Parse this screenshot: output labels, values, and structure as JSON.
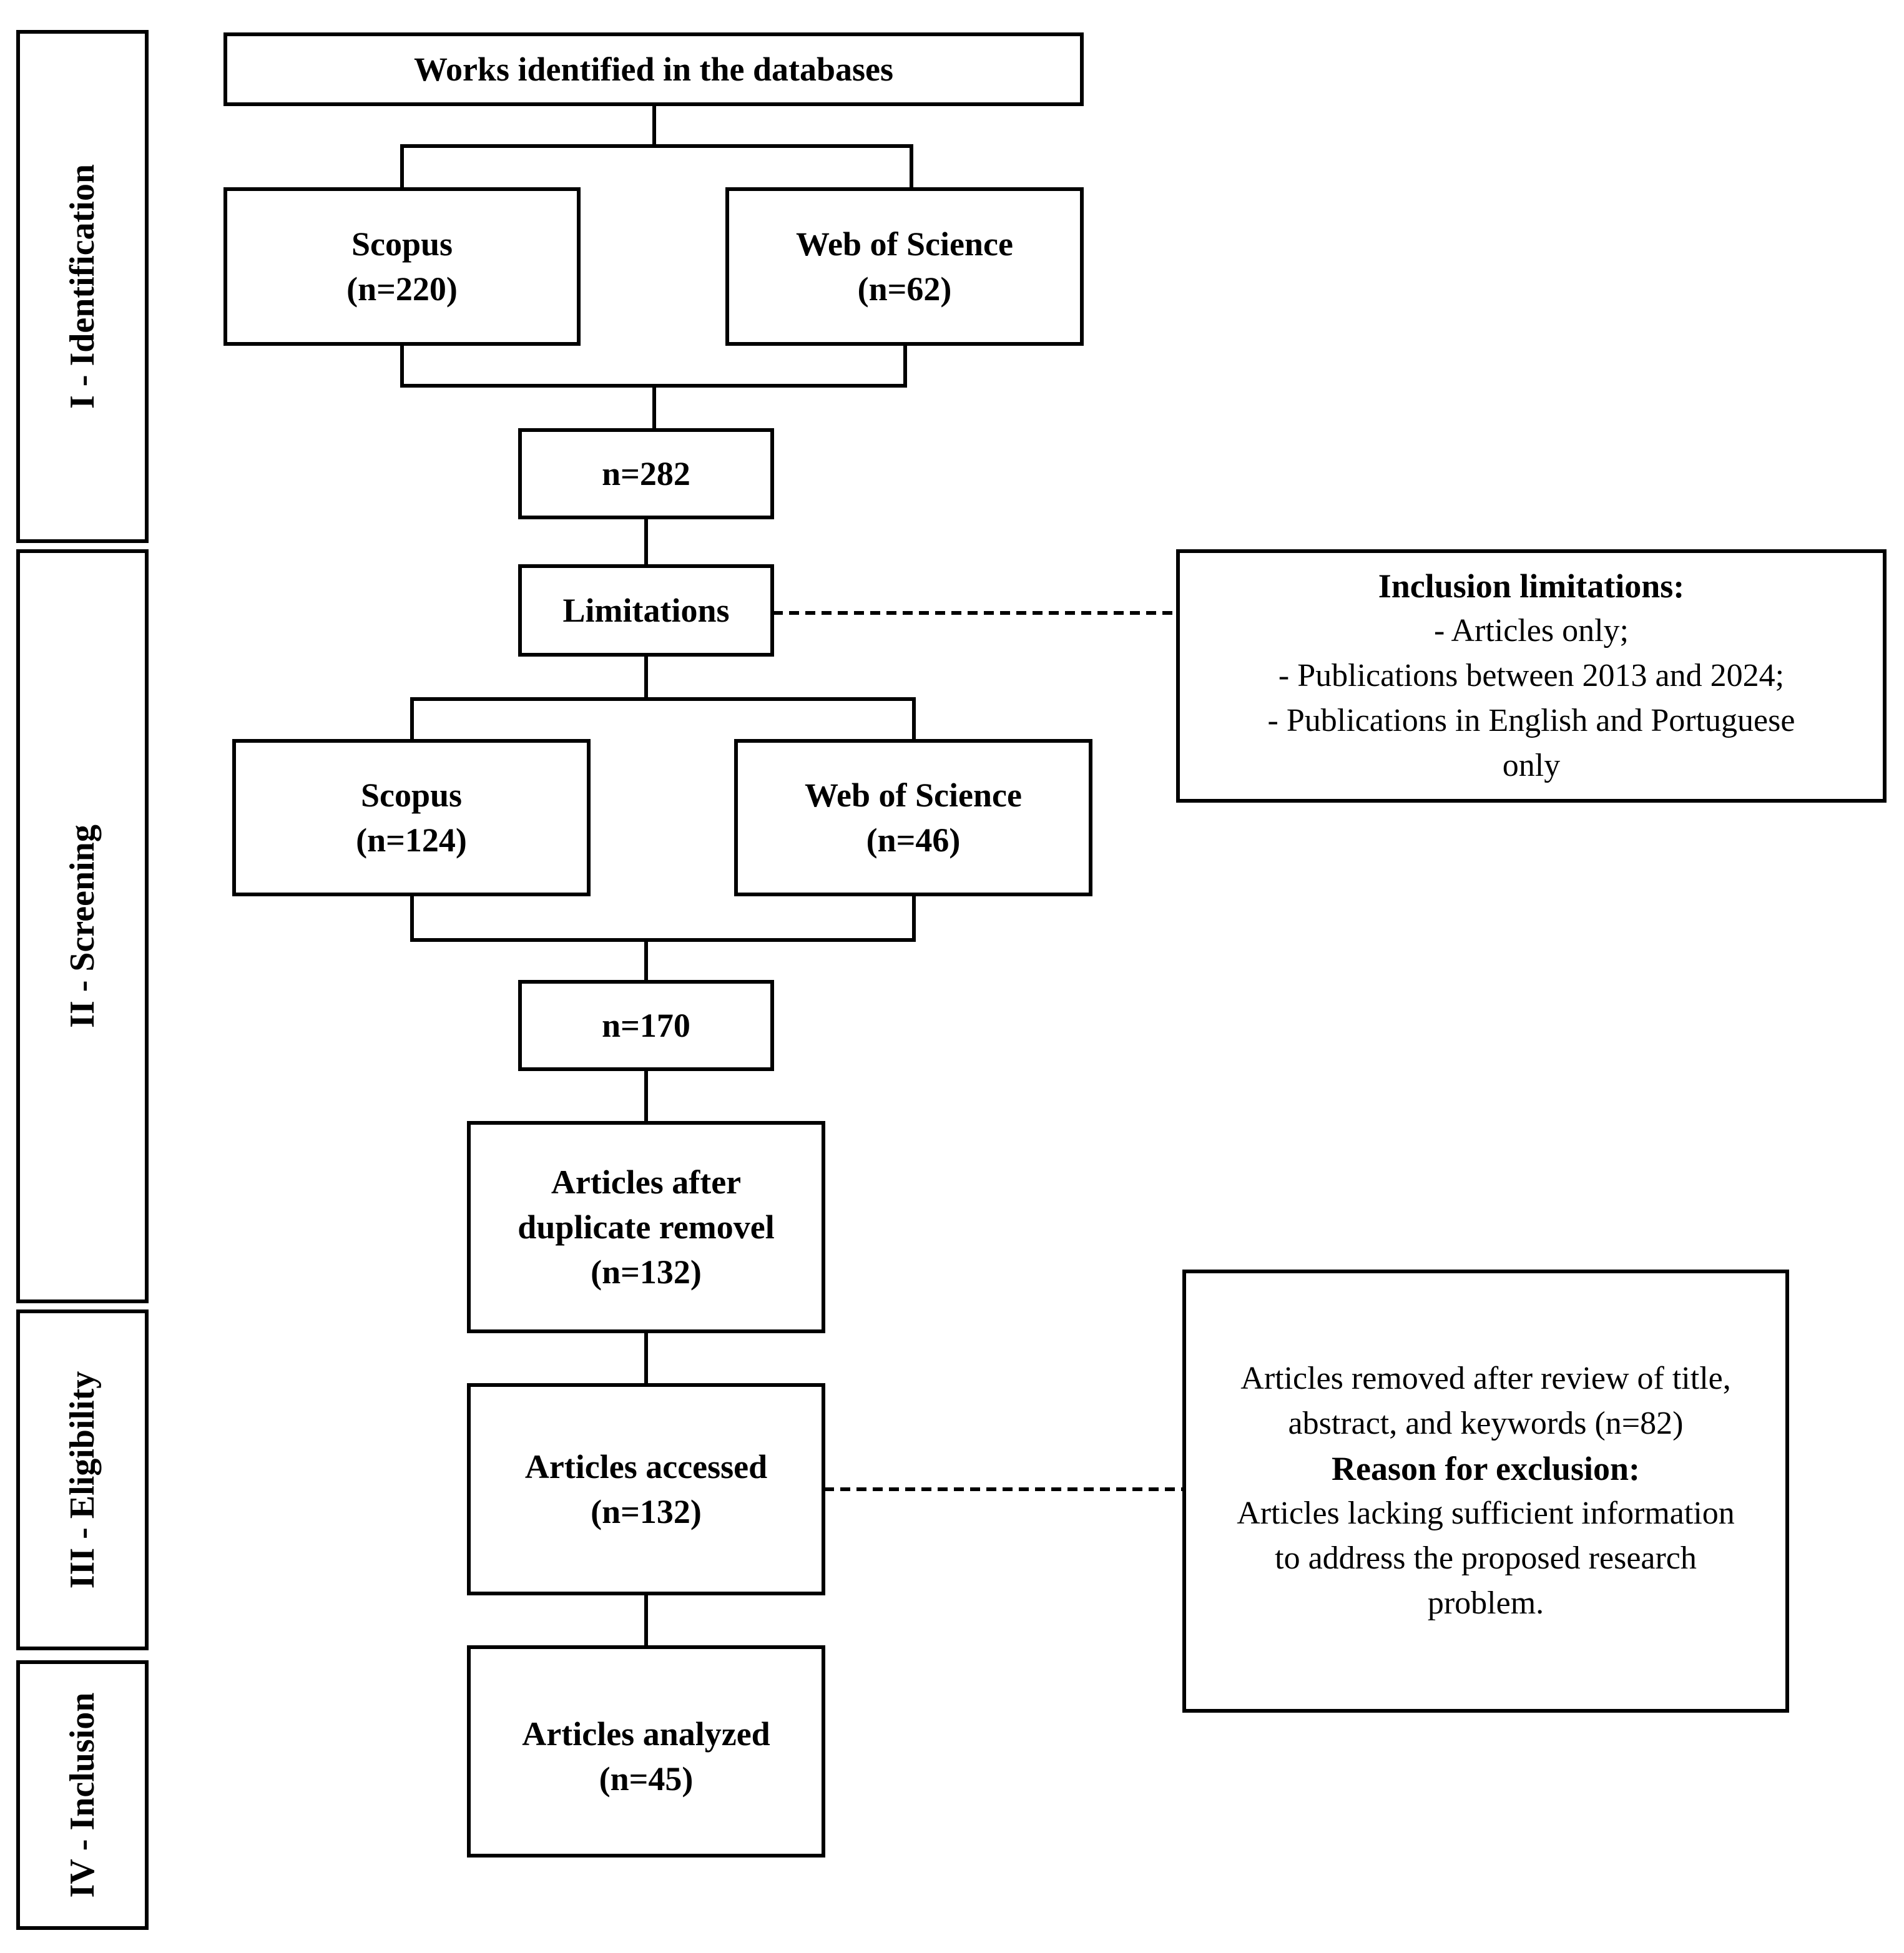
{
  "stages": {
    "identification": "I - Identification",
    "screening": "II - Screening",
    "eligibility": "III - Eligibility",
    "inclusion": "IV - Inclusion"
  },
  "identified": {
    "title": "Works identified in the databases"
  },
  "scopus_1": {
    "name": "Scopus",
    "count": "(n=220)"
  },
  "wos_1": {
    "name": "Web of Science",
    "count": "(n=62)"
  },
  "total_1": {
    "count": "n=282"
  },
  "limitations": {
    "label": "Limitations"
  },
  "inclusion_limitations": {
    "heading": "Inclusion limitations:",
    "items": [
      "-  Articles only;",
      "- Publications between 2013 and 2024;",
      "- Publications in English and Portuguese",
      "only"
    ]
  },
  "scopus_2": {
    "name": "Scopus",
    "count": "(n=124)"
  },
  "wos_2": {
    "name": "Web of Science",
    "count": "(n=46)"
  },
  "total_2": {
    "count": "n=170"
  },
  "after_duplicates": {
    "line1": "Articles after",
    "line2": "duplicate removel",
    "count": "(n=132)"
  },
  "accessed": {
    "label": "Articles accessed",
    "count": "(n=132)"
  },
  "exclusion": {
    "line1": "Articles removed after review of title,",
    "line2": "abstract, and keywords (n=82)",
    "reason_heading": "Reason for exclusion:",
    "reason1": "Articles lacking sufficient information",
    "reason2": "to address the proposed research",
    "reason3": "problem."
  },
  "analyzed": {
    "label": "Articles analyzed",
    "count": "(n=45)"
  }
}
